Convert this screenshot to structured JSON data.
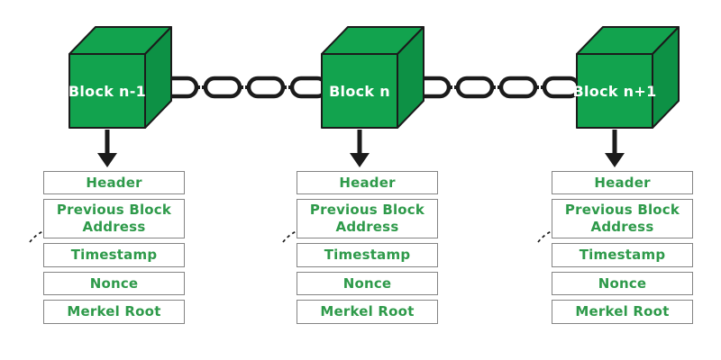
{
  "colors": {
    "cube_front": "#12a34e",
    "cube_top": "#12a34e",
    "cube_side": "#0d9145",
    "outline_black": "#1b1b1b",
    "field_text_green": "#2e9a4a",
    "row_border_gray": "#848484",
    "cube_label_text": "#ffffff",
    "background": "#ffffff"
  },
  "blocks": [
    {
      "label": "Block n-1",
      "fields": [
        "Header",
        "Previous Block Address",
        "Timestamp",
        "Nonce",
        "Merkel Root"
      ]
    },
    {
      "label": "Block n",
      "fields": [
        "Header",
        "Previous Block Address",
        "Timestamp",
        "Nonce",
        "Merkel Root"
      ]
    },
    {
      "label": "Block n+1",
      "fields": [
        "Header",
        "Previous Block Address",
        "Timestamp",
        "Nonce",
        "Merkel Root"
      ]
    }
  ]
}
